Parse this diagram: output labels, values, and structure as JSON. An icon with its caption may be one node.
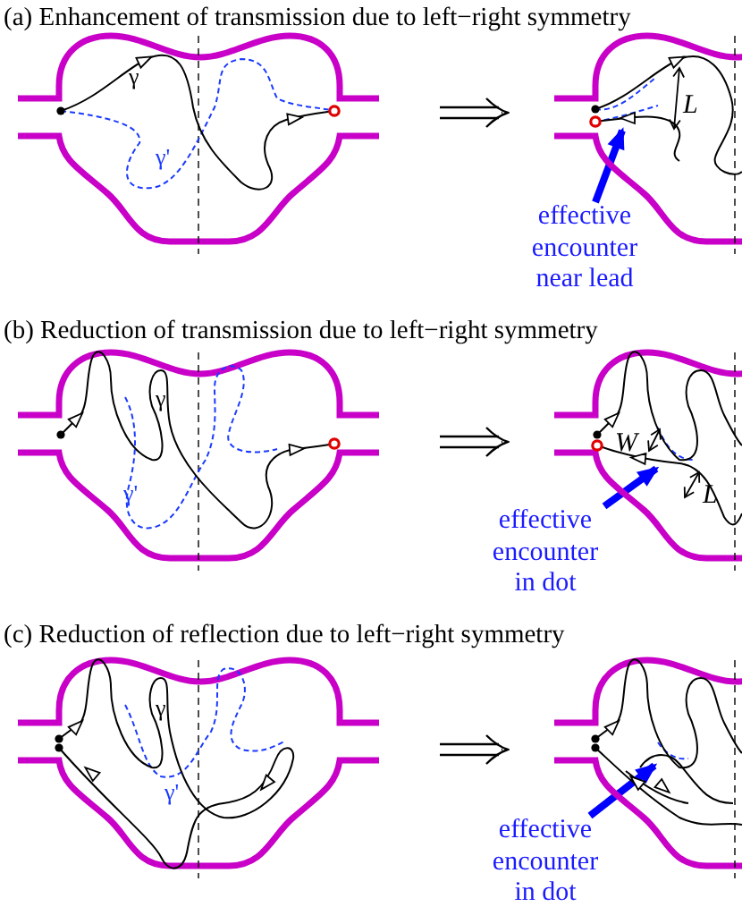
{
  "diagram": {
    "nodes": [
      {
        "text": [],
        "shape": "picture"
      },
      {
        "text": [],
        "shape": "picture"
      },
      {
        "text": [
          "effective encounter near lead"
        ]
      },
      {
        "text": [],
        "shape": "picture"
      },
      {
        "text": [],
        "shape": "picture"
      },
      {
        "text": [
          "effective encounter in dot"
        ]
      },
      {
        "text": [],
        "shape": "picture"
      },
      {
        "text": [],
        "shape": "picture"
      },
      {
        "text": [
          "effective encounter in dot"
        ]
      }
    ],
    "edges": [
      {
        "from": 0,
        "to": 1,
        "arrow": "to"
      },
      {
        "from": 2,
        "to": 1,
        "arrow": "to",
        "style": "thick",
        "color": "#0000ff"
      },
      {
        "from": 3,
        "to": 4,
        "arrow": "to"
      },
      {
        "from": 5,
        "to": 4,
        "arrow": "to",
        "style": "thick",
        "color": "#0000ff"
      },
      {
        "from": 6,
        "to": 7,
        "arrow": "to"
      },
      {
        "from": 8,
        "to": 7,
        "arrow": "to",
        "style": "thick",
        "color": "#0000ff"
      }
    ],
    "labels": [
      "(a) Enhancement of transmission due to left−right symmetry",
      "γ",
      "L",
      "γ'",
      "(b) Reduction of transmission due to left−right symmetry",
      "γ",
      "W",
      "L",
      "γ'",
      "(c) Reduction of reflection due to left−right symmetry",
      "γ",
      "γ'"
    ]
  }
}
